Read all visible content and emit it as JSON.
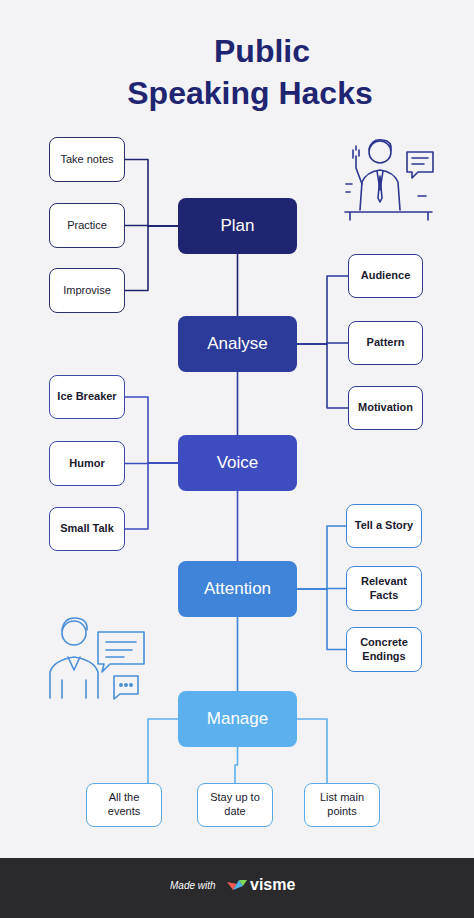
{
  "diagram": {
    "title": "Public Speaking Hacks",
    "nodes": [
      {
        "text": [
          "Plan"
        ]
      },
      {
        "text": [
          "Take notes"
        ]
      },
      {
        "text": [
          "Practice"
        ]
      },
      {
        "text": [
          "Improvise"
        ]
      },
      {
        "text": [
          "Analyse"
        ]
      },
      {
        "text": [
          "Audience"
        ]
      },
      {
        "text": [
          "Pattern"
        ]
      },
      {
        "text": [
          "Motivation"
        ]
      },
      {
        "text": [
          "Voice"
        ]
      },
      {
        "text": [
          "Ice Breaker"
        ]
      },
      {
        "text": [
          "Humor"
        ]
      },
      {
        "text": [
          "Small Talk"
        ]
      },
      {
        "text": [
          "Attention"
        ]
      },
      {
        "text": [
          "Tell a Story"
        ]
      },
      {
        "text": [
          "Relevant Facts"
        ]
      },
      {
        "text": [
          "Concrete Endings"
        ]
      },
      {
        "text": [
          "Manage"
        ]
      },
      {
        "text": [
          "All the events"
        ]
      },
      {
        "text": [
          "Stay up to date"
        ]
      },
      {
        "text": [
          "List main points"
        ]
      }
    ],
    "edges": [
      {
        "from": 0,
        "to": 1,
        "arrow": "none"
      },
      {
        "from": 0,
        "to": 2,
        "arrow": "none"
      },
      {
        "from": 0,
        "to": 3,
        "arrow": "none"
      },
      {
        "from": 0,
        "to": 4,
        "arrow": "none"
      },
      {
        "from": 4,
        "to": 5,
        "arrow": "none"
      },
      {
        "from": 4,
        "to": 6,
        "arrow": "none"
      },
      {
        "from": 4,
        "to": 7,
        "arrow": "none"
      },
      {
        "from": 4,
        "to": 8,
        "arrow": "none"
      },
      {
        "from": 8,
        "to": 9,
        "arrow": "none"
      },
      {
        "from": 8,
        "to": 10,
        "arrow": "none"
      },
      {
        "from": 8,
        "to": 11,
        "arrow": "none"
      },
      {
        "from": 8,
        "to": 12,
        "arrow": "none"
      },
      {
        "from": 12,
        "to": 13,
        "arrow": "none"
      },
      {
        "from": 12,
        "to": 14,
        "arrow": "none"
      },
      {
        "from": 12,
        "to": 15,
        "arrow": "none"
      },
      {
        "from": 12,
        "to": 16,
        "arrow": "none"
      },
      {
        "from": 16,
        "to": 17,
        "arrow": "none"
      },
      {
        "from": 16,
        "to": 18,
        "arrow": "none"
      },
      {
        "from": 16,
        "to": 19,
        "arrow": "none"
      }
    ],
    "labels": [
      "Made with",
      "visme"
    ]
  }
}
